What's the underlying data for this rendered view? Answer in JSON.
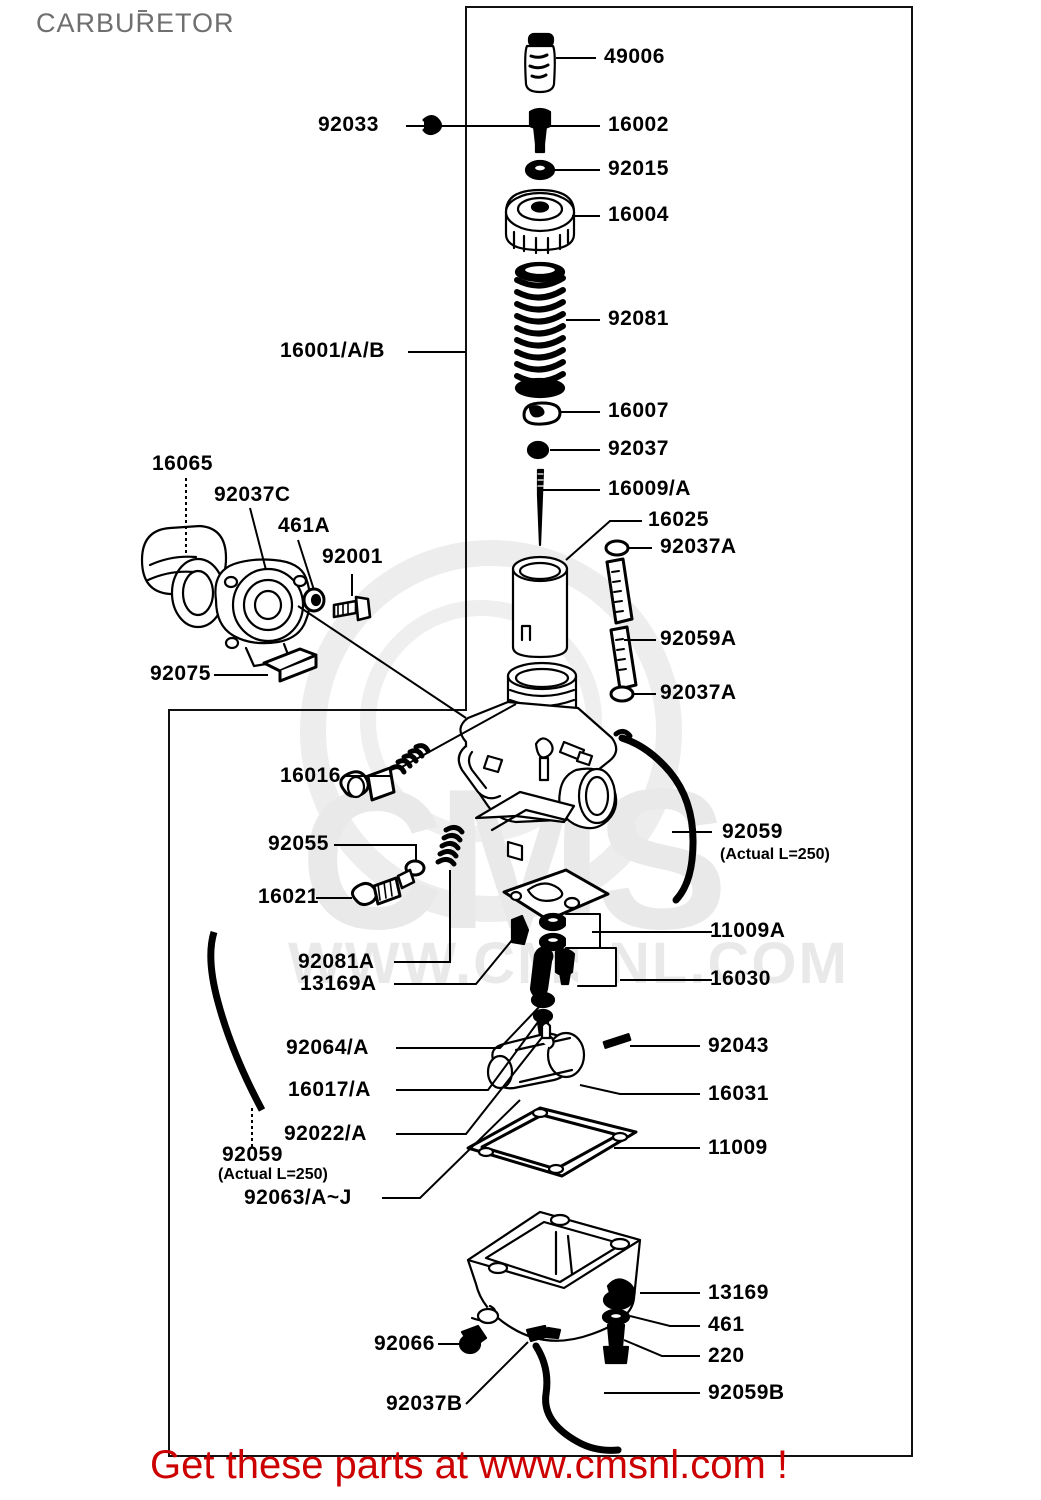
{
  "page": {
    "title": "CARBURETOR",
    "footer": "Get these parts at www.cmsnl.com !",
    "watermark_brand": "CMS",
    "watermark_url": "WWW.CMSNL.COM",
    "title_color": "#6f6f6f",
    "footer_color": "#cc0000",
    "line_color": "#000000"
  },
  "labels": [
    {
      "id": "l-49006",
      "text": "49006"
    },
    {
      "id": "l-92033",
      "text": "92033"
    },
    {
      "id": "l-16002",
      "text": "16002"
    },
    {
      "id": "l-92015",
      "text": "92015"
    },
    {
      "id": "l-16004",
      "text": "16004"
    },
    {
      "id": "l-92081",
      "text": "92081"
    },
    {
      "id": "l-16001ab",
      "text": "16001/A/B"
    },
    {
      "id": "l-16007",
      "text": "16007"
    },
    {
      "id": "l-92037",
      "text": "92037"
    },
    {
      "id": "l-16009a",
      "text": "16009/A"
    },
    {
      "id": "l-16025",
      "text": "16025"
    },
    {
      "id": "l-92037a-top",
      "text": "92037A"
    },
    {
      "id": "l-92059a",
      "text": "92059A"
    },
    {
      "id": "l-92037a-bot",
      "text": "92037A"
    },
    {
      "id": "l-16065",
      "text": "16065"
    },
    {
      "id": "l-92037c",
      "text": "92037C"
    },
    {
      "id": "l-461a",
      "text": "461A"
    },
    {
      "id": "l-92001",
      "text": "92001"
    },
    {
      "id": "l-92075",
      "text": "92075"
    },
    {
      "id": "l-16016",
      "text": "16016"
    },
    {
      "id": "l-92055",
      "text": "92055"
    },
    {
      "id": "l-16021",
      "text": "16021"
    },
    {
      "id": "l-92059-r",
      "text": "92059"
    },
    {
      "id": "l-92059-r-sub",
      "text": "(Actual L=250)"
    },
    {
      "id": "l-11009a",
      "text": "11009A"
    },
    {
      "id": "l-16030",
      "text": "16030"
    },
    {
      "id": "l-92081a",
      "text": "92081A"
    },
    {
      "id": "l-13169a",
      "text": "13169A"
    },
    {
      "id": "l-92064a",
      "text": "92064/A"
    },
    {
      "id": "l-16017a",
      "text": "16017/A"
    },
    {
      "id": "l-92022a",
      "text": "92022/A"
    },
    {
      "id": "l-92059-l",
      "text": "92059"
    },
    {
      "id": "l-92059-l-sub",
      "text": "(Actual L=250)"
    },
    {
      "id": "l-92063aj",
      "text": "92063/A~J"
    },
    {
      "id": "l-92043",
      "text": "92043"
    },
    {
      "id": "l-16031",
      "text": "16031"
    },
    {
      "id": "l-11009",
      "text": "11009"
    },
    {
      "id": "l-13169",
      "text": "13169"
    },
    {
      "id": "l-461",
      "text": "461"
    },
    {
      "id": "l-220",
      "text": "220"
    },
    {
      "id": "l-92066",
      "text": "92066"
    },
    {
      "id": "l-92037b",
      "text": "92037B"
    },
    {
      "id": "l-92059b",
      "text": "92059B"
    }
  ],
  "parts": {
    "49006": "pilot-jet-body",
    "92033": "circlip",
    "16002": "needle-valve",
    "92015": "nut",
    "16004": "cap-knob",
    "92081": "spring",
    "16001/A/B": "carburetor-assembly",
    "16007": "needle-holder",
    "92037": "clamp",
    "16009/A": "jet-needle",
    "16025": "throttle-valve",
    "92037A": "clamp",
    "92059A": "tube",
    "16065": "holder-ring",
    "92037C": "clamp",
    "461A": "washer",
    "92001": "bolt",
    "92075": "damper",
    "16016": "adjusting-screw",
    "92055": "o-ring",
    "16021": "pilot-screw",
    "92059": "tube",
    "11009A": "gasket",
    "16030": "valve-needle-set",
    "92081A": "spring",
    "13169A": "plate",
    "92064/A": "main-jet",
    "16017/A": "pilot-jet",
    "92022/A": "washer",
    "92063/A~J": "jet-main",
    "92043": "pin",
    "16031": "float",
    "11009": "gasket-bowl",
    "13169": "plate",
    "461": "washer",
    "220": "screw",
    "92066": "plug",
    "92037B": "clamp",
    "92059B": "drain-tube"
  }
}
